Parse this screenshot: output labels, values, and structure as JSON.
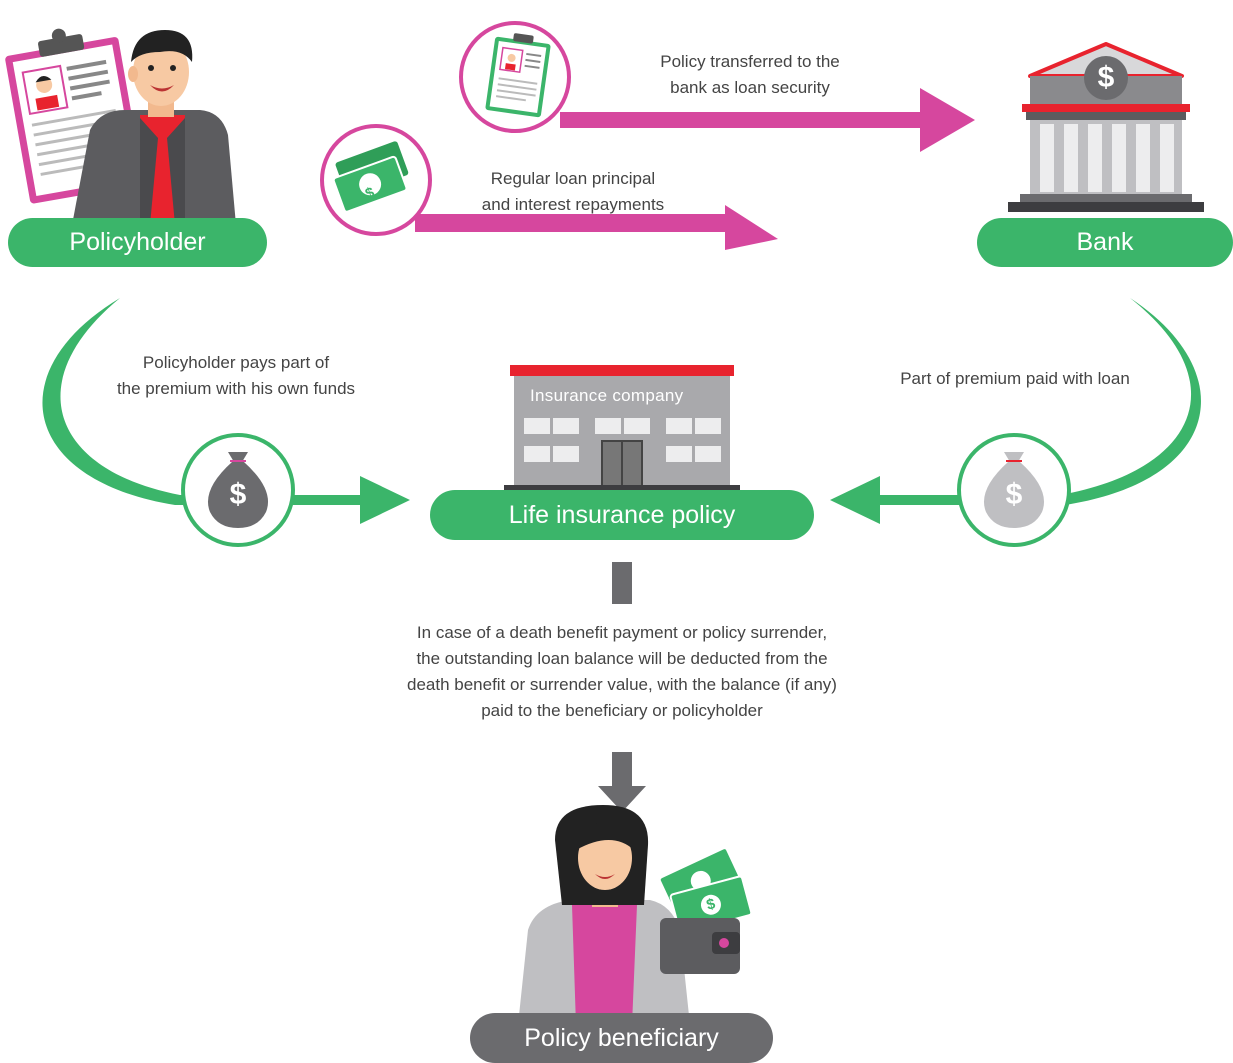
{
  "nodes": {
    "policyholder": "Policyholder",
    "bank": "Bank",
    "life_policy": "Life insurance policy",
    "beneficiary": "Policy beneficiary",
    "insurance_company": "Insurance company"
  },
  "flows": {
    "policy_transfer": [
      "Policy transferred to the",
      "bank as loan security"
    ],
    "loan_repayments": [
      "Regular loan principal",
      "and interest repayments"
    ],
    "own_funds": [
      "Policyholder pays part of",
      "the premium with his own funds"
    ],
    "loan_premium": [
      "Part of premium paid with loan"
    ],
    "deduction_note": [
      "In case of a death benefit payment or policy surrender,",
      "the outstanding loan balance will be deducted from the",
      "death benefit or surrender value, with the balance (if any)",
      "paid to the beneficiary or policyholder"
    ]
  },
  "icons": {
    "dollar_symbol": "$"
  },
  "colors": {
    "green": "#3bb56a",
    "magenta": "#d6479e",
    "gray": "#6b6b6e",
    "red": "#e8232e"
  }
}
